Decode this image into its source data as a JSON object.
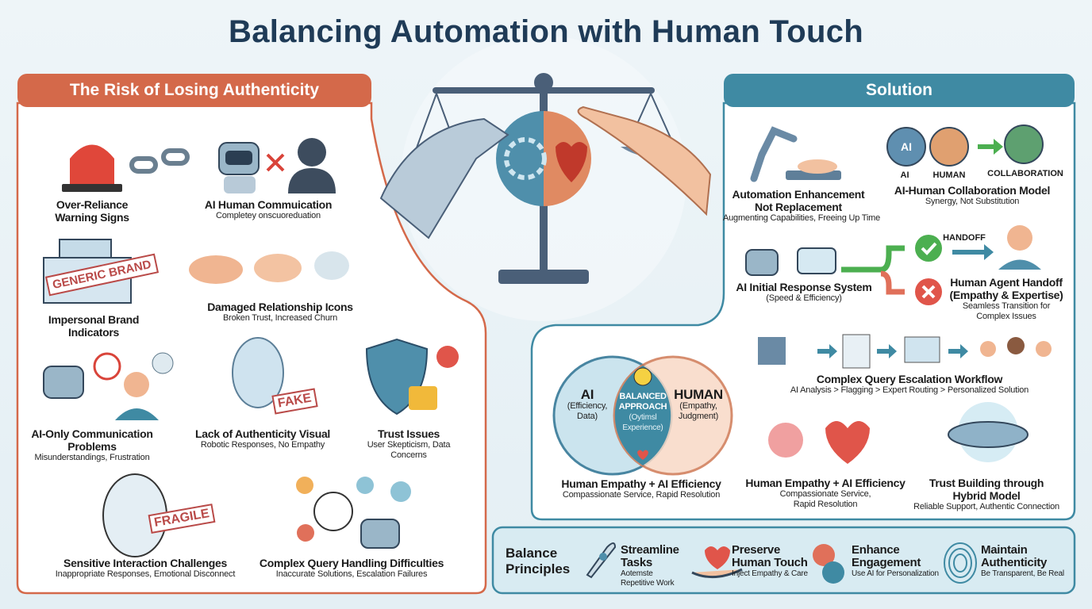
{
  "title": "Balancing Automation with Human Touch",
  "colors": {
    "risk": "#d4694a",
    "solution": "#3f8aa3",
    "title": "#1f3b57",
    "ai": "#4f8fab",
    "human": "#e08a62"
  },
  "risk": {
    "header": "The Risk of Losing Authenticity",
    "items": [
      {
        "title": "Over-Reliance Warning Signs",
        "sub": "",
        "icon": "alarm-siren-icon"
      },
      {
        "title": "AI Human Commuication",
        "sub": "Completey onscuoreduation",
        "icon": "robot-vs-human-icon"
      },
      {
        "title": "Impersonal Brand Indicators",
        "sub": "",
        "icon": "generic-building-icon",
        "stamp": "GENERIC BRAND"
      },
      {
        "title": "Damaged Relationship Icons",
        "sub": "Broken Trust, Increased Churn",
        "icon": "broken-handshake-icon"
      },
      {
        "title": "AI-Only Communication Problems",
        "sub": "Misunderstandings, Frustration",
        "icon": "robot-frustrated-user-icon"
      },
      {
        "title": "Lack of Authenticity Visual",
        "sub": "Robotic Responses, No Empathy",
        "icon": "mask-icon",
        "stamp": "FAKE"
      },
      {
        "title": "Trust Issues",
        "sub": "User Skepticism, Data Concerns",
        "icon": "broken-shield-lock-icon"
      },
      {
        "title": "Sensitive Interaction Challenges",
        "sub": "Inappropriate Responses, Emotional Disconnect",
        "icon": "crying-face-icon",
        "stamp": "FRAGILE"
      },
      {
        "title": "Complex Query Handling Difficulties",
        "sub": "Inaccurate Solutions, Escalation Failures",
        "icon": "confused-robot-icon"
      }
    ]
  },
  "solution": {
    "header": "Solution",
    "automation": {
      "title": "Automation Enhancement Not Replacement",
      "sub": "Augmenting Capabilities, Freeing Up Time"
    },
    "collab": {
      "title": "AI-Human Collaboration Model",
      "sub": "Synergy, Not Substitution",
      "labels": [
        "AI",
        "HUMAN",
        "COLLABORATION"
      ],
      "gear_text": "AI"
    },
    "initial": {
      "title": "AI Initial Response System",
      "sub": "(Speed & Efficiency)"
    },
    "handoff": {
      "label": "HANDOFF",
      "title": "Human Agent Handoff (Empathy & Expertise)",
      "sub": "Seamless Transition for Complex Issues"
    },
    "escalation": {
      "title": "Complex Query Escalation Workflow",
      "sub": "AI Analysis > Flagging > Expert Routing > Personalized Solution"
    },
    "venn": {
      "left_title": "AI",
      "left_sub": "(Efficiency, Data)",
      "center_title": "BALANCED APPROACH",
      "center_sub": "(Oytimsl Experience)",
      "right_title": "HUMAN",
      "right_sub": "(Empathy, Judgment)",
      "caption": "Human Empathy + AI Efficiency",
      "caption_sub": "Compassionate Service, Rapid Resolution"
    },
    "empathy": {
      "title": "Human Empathy + AI Efficiency",
      "sub": "Compassionate Service, Rapid Resolution"
    },
    "trust": {
      "title": "Trust Building through Hybrid Model",
      "sub": "Reliable Support, Authentic Connection"
    }
  },
  "principles": {
    "heading": "Balance Principles",
    "items": [
      {
        "title": "Streamline Tasks",
        "sub": "Aotemste Repetitive Work",
        "icon": "rocket-icon"
      },
      {
        "title": "Preserve Human Touch",
        "sub": "Inject Empathy & Care",
        "icon": "heart-hand-icon"
      },
      {
        "title": "Enhance Engagement",
        "sub": "Use AI for Personalization",
        "icon": "chat-play-icon"
      },
      {
        "title": "Maintain Authenticity",
        "sub": "Be Transparent, Be Real",
        "icon": "fingerprint-icon"
      }
    ]
  }
}
